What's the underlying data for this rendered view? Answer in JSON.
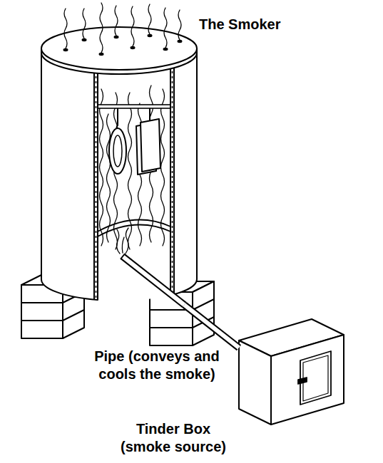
{
  "diagram": {
    "nodes": [
      {
        "text": [
          "The Smoker"
        ]
      },
      {
        "text": [
          "Tinder Box (smoke source)"
        ]
      }
    ],
    "edges": [
      {
        "from": 1,
        "to": 0,
        "arrow": "none",
        "label": "Pipe (conveys and cools the smoke)"
      }
    ]
  }
}
